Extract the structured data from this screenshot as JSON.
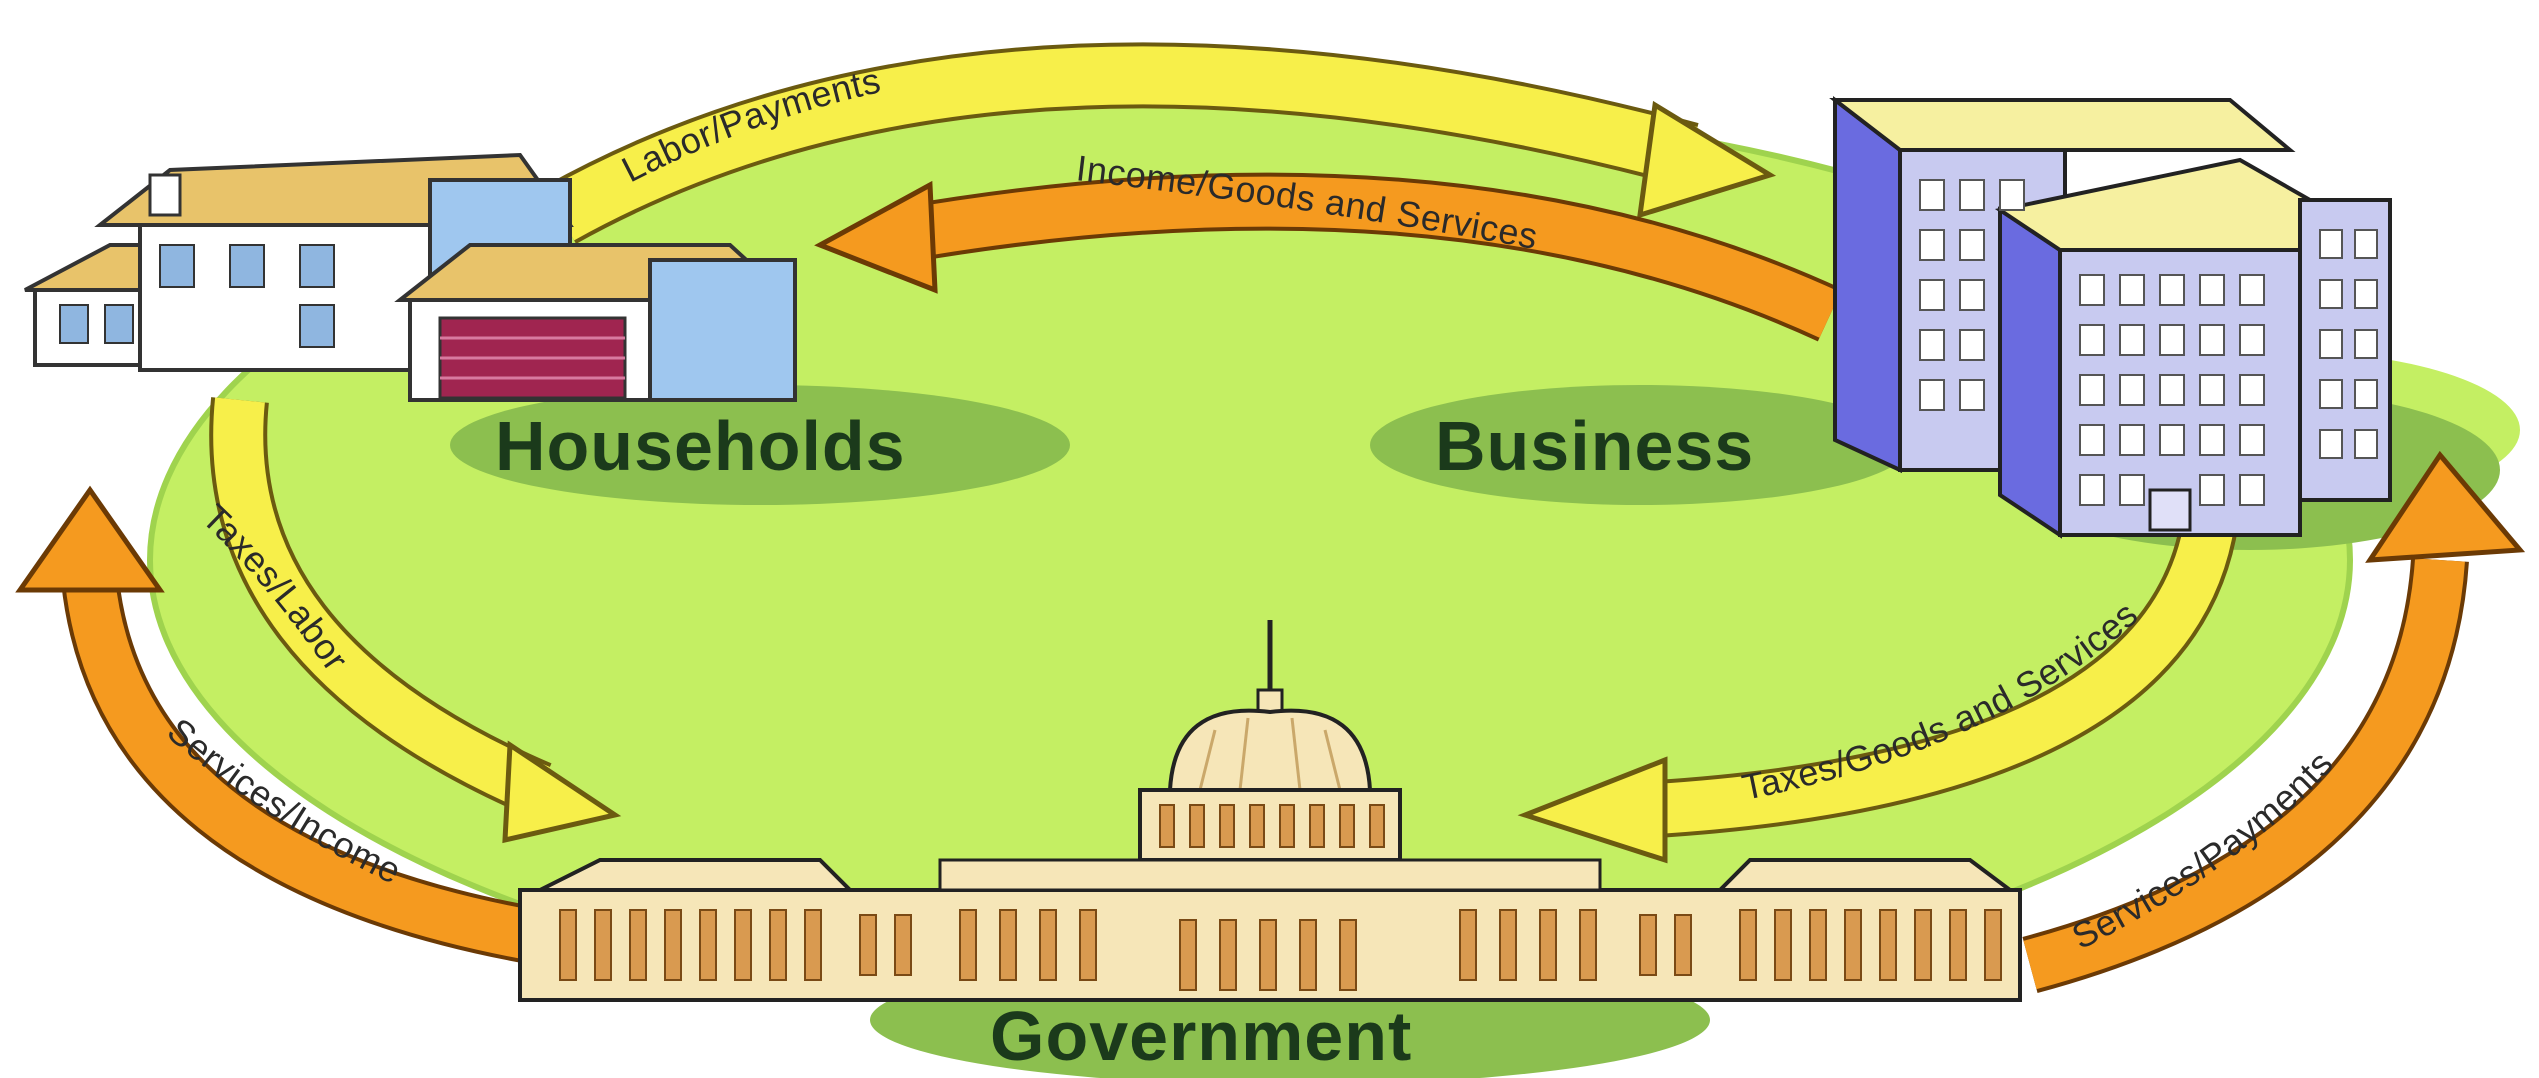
{
  "nodes": {
    "households": "Households",
    "business": "Business",
    "government": "Government"
  },
  "flows": {
    "labor_payments": "Labor/Payments",
    "income_goods_services": "Income/Goods and Services",
    "taxes_labor": "Taxes/Labor",
    "services_income": "Services/Income",
    "taxes_goods_services": "Taxes/Goods and Services",
    "services_payments": "Services/Payments"
  },
  "colors": {
    "field": "#c4ef63",
    "node_shadow": "#8cbf4f",
    "yellow_arrow": "#f7ef4a",
    "orange_arrow": "#f59a1f"
  }
}
